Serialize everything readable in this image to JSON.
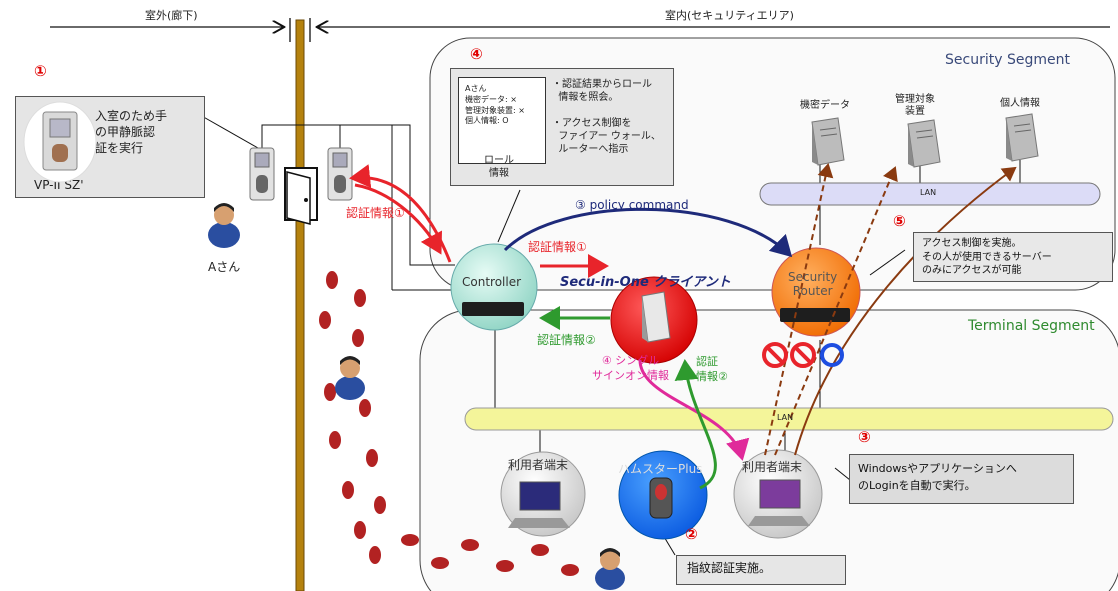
{
  "header": {
    "outside_label": "室外(廊下)",
    "inside_label": "室内(セキュリティエリア)"
  },
  "numbers": {
    "n1": "①",
    "n2": "②",
    "n3": "③",
    "n4": "④",
    "n5": "⑤"
  },
  "device": {
    "note": "入室のため手\nの甲静脈認\n証を実行",
    "model": "VP-II SZ'"
  },
  "person_a": "Aさん",
  "role_card": {
    "text": "Aさん\n機密データ: ×\n管理対象装置: ×\n個人情報: O",
    "title": "ロール\n情報"
  },
  "role_note": "・認証結果からロール\n  情報を照会。\n\n・アクセス制御を\n  ファイアー ウォール、\n  ルーターへ指示",
  "security_segment": {
    "title": "Security Segment",
    "servers": [
      "機密データ",
      "管理対象\n装置",
      "個人情報"
    ],
    "lan": "LAN"
  },
  "terminal_segment": {
    "title": "Terminal Segment",
    "lan": "LAN"
  },
  "nodes": {
    "controller": "Controller",
    "client_title": "Secu-in-One クライアント",
    "router": "Security\nRouter",
    "terminal_left": "利用者端末",
    "hamster": "ハムスターPlus",
    "terminal_right": "利用者端末"
  },
  "arrows": {
    "auth1_a": "認証情報①",
    "policy": "③ policy command",
    "auth1_b": "認証情報①",
    "auth2_a": "認証情報②",
    "sso": "④ シングル\nサインオン情報",
    "auth2_b": "認証\n情報②"
  },
  "notes": {
    "access": "アクセス制御を実施。\nその人が使用できるサーバー\nのみにアクセスが可能",
    "login": "Windowsやアプリケーションへ\nのLoginを自動で実行。",
    "finger": "指紋認証実施。"
  },
  "colors": {
    "red_arrow": "#e8242b",
    "green_arrow": "#2e9a2e",
    "navy_arrow": "#1e2a7a",
    "magenta_arrow": "#e02a9a",
    "brown_arrow": "#8a3a10",
    "wall": "#b5820e",
    "lan": "#f4f59a"
  }
}
